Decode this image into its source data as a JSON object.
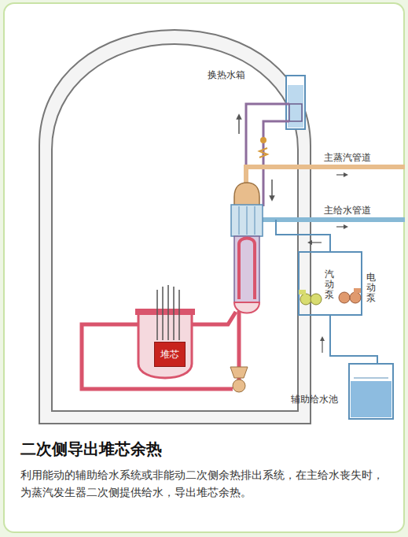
{
  "diagram": {
    "title": "二次侧导出堆芯余热",
    "caption": "利用能动的辅助给水系统或非能动二次侧余热排出系统，在主给水丧失时，为蒸汽发生器二次侧提供给水，导出堆芯余热。",
    "nodes": [
      {
        "text": [
          "堆芯"
        ]
      }
    ],
    "labels": [
      "换热水箱",
      "主蒸汽管道",
      "主给水管道",
      "汽动泵",
      "电动泵",
      "辅助给水池"
    ]
  }
}
